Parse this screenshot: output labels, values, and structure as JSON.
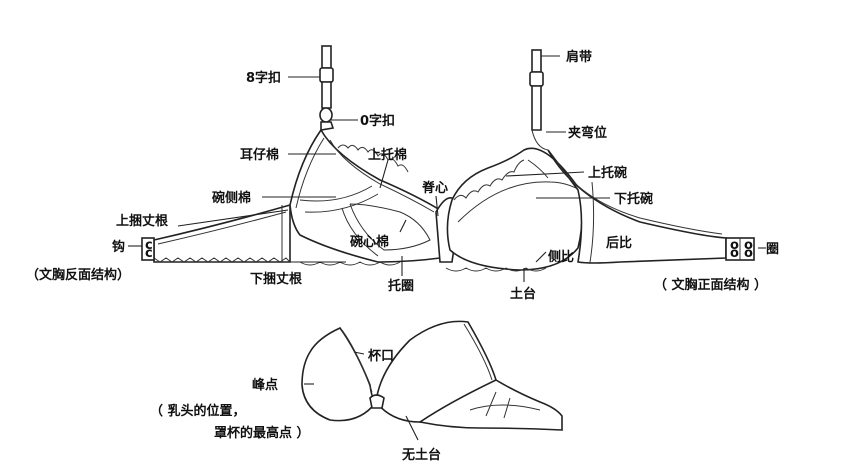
{
  "labels": {
    "shoulder_strap": "肩带",
    "fig8_clasp": "8字扣",
    "o_ring": "0字扣",
    "bend_point": "夹弯位",
    "ear_cotton": "耳仔棉",
    "upper_pad": "上托棉",
    "upper_cup": "上托碗",
    "spine_heart": "脊心",
    "lower_cup": "下托碗",
    "cup_side_pad": "碗侧棉",
    "upper_elastic": "上捆丈根",
    "cup_center_pad": "碗心棉",
    "hook": "钩",
    "side_panel": "侧比",
    "back_panel": "后比",
    "eye_ring": "圈",
    "back_structure": "（文胸反面结构）",
    "lower_elastic": "下捆丈根",
    "underwire_ring": "托圈",
    "earth_platform": "土台",
    "front_structure": "（ 文胸正面结构 ）",
    "cup_mouth": "杯口",
    "peak_point": "峰点",
    "nipple_note_1": "（ 乳头的位置，",
    "nipple_note_2": "罩杯的最高点 ）",
    "no_earth_platform": "无土台"
  }
}
